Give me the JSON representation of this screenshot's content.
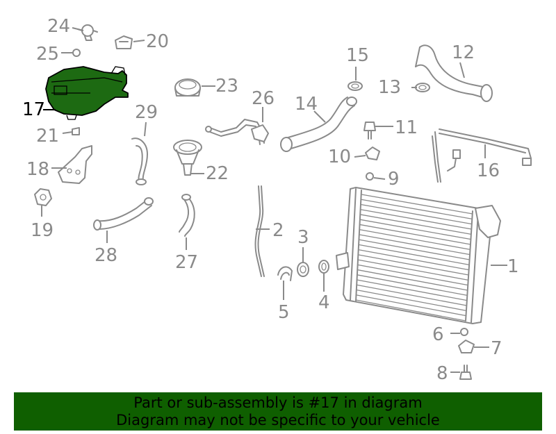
{
  "diagram": {
    "labels": [
      "1",
      "2",
      "3",
      "4",
      "5",
      "6",
      "7",
      "8",
      "9",
      "10",
      "11",
      "12",
      "13",
      "14",
      "15",
      "16",
      "17",
      "18",
      "19",
      "20",
      "21",
      "22",
      "23",
      "24",
      "25",
      "26",
      "27",
      "28",
      "29"
    ],
    "highlighted_part": "17",
    "highlight_color": "#1d6a12",
    "line_color": "#8a8a8a"
  },
  "banner": {
    "line1": "Part or sub-assembly is #17 in diagram",
    "line2": "Diagram may not be specific to your vehicle",
    "background": "#0f5f00"
  }
}
